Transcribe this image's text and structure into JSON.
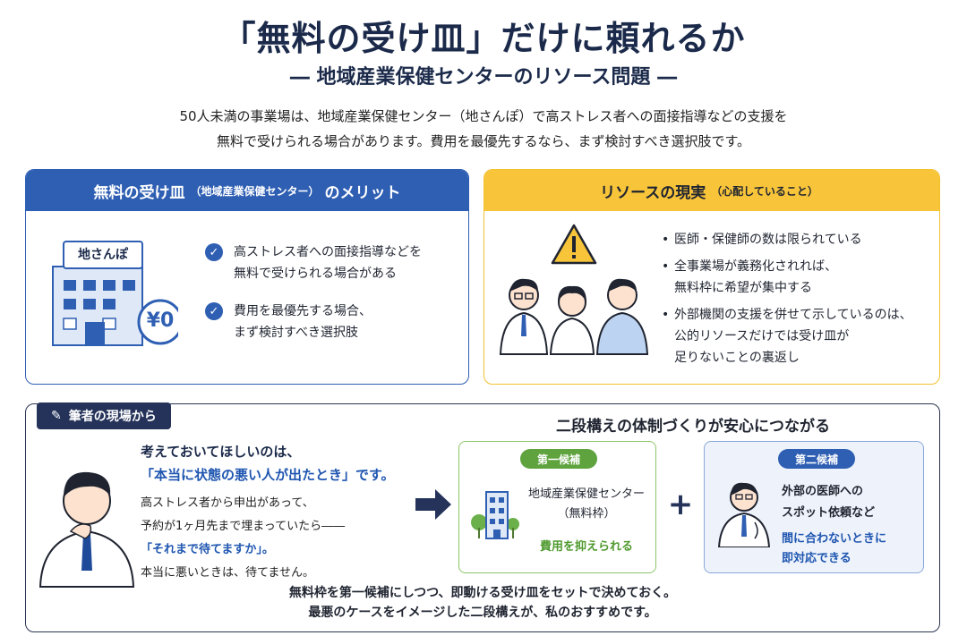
{
  "header": {
    "title": "「無料の受け皿」だけに頼れるか",
    "subtitle": "― 地域産業保健センターのリソース問題 ―",
    "intro_line1": "50人未満の事業場は、地域産業保健センター（地さんぽ）で高ストレス者への面接指導などの支援を",
    "intro_line2": "無料で受けられる場合があります。費用を最優先するなら、まず検討すべき選択肢です。"
  },
  "merit_panel": {
    "title_main": "無料の受け皿",
    "title_paren": "（地域産業保健センター）",
    "title_tail": "のメリット",
    "building_sign": "地さんぽ",
    "price_badge": "¥0",
    "items": [
      {
        "line1": "高ストレス者への面接指導などを",
        "line2": "無料で受けられる場合がある"
      },
      {
        "line1": "費用を最優先する場合、",
        "line2": "まず検討すべき選択肢"
      }
    ],
    "accent_color": "#2f5fb3"
  },
  "concern_panel": {
    "title_main": "リソースの現実",
    "title_paren": "（心配していること）",
    "bullets": [
      {
        "line1": "医師・保健師の数は限られている",
        "line2": "",
        "line3": ""
      },
      {
        "line1": "全事業場が義務化されれば、",
        "line2": "無料枠に希望が集中する",
        "line3": ""
      },
      {
        "line1": "外部機関の支援を併せて示しているのは、",
        "line2": "公的リソースだけでは受け皿が",
        "line3": "足りないことの裏返し"
      }
    ],
    "accent_color": "#f7c43a"
  },
  "field_section": {
    "tag": "筆者の現場から",
    "quote_head_line1": "考えておいてほしいのは、",
    "quote_head_line2": "「本当に状態の悪い人が出たとき」です。",
    "quote_body_line1": "高ストレス者から申出があって、",
    "quote_body_line2": "予約が1ヶ月先まで埋まっていたら――",
    "quote_body_highlight": "「それまで待てますか」。",
    "quote_body_line4": "本当に悪いときは、待てません。",
    "section_title": "二段構えの体制づくりが安心につながる",
    "candidate1": {
      "badge": "第一候補",
      "name_line1": "地域産業保健センター",
      "name_line2": "（無料枠）",
      "sub": "費用を抑えられる"
    },
    "plus": "+",
    "candidate2": {
      "badge": "第二候補",
      "name_line1": "外部の医師への",
      "name_line2": "スポット依頼など",
      "sub_line1": "間に合わないときに",
      "sub_line2": "即対応できる"
    },
    "closing_line1": "無料枠を第一候補にしつつ、即動ける受け皿をセットで決めておく。",
    "closing_line2": "最悪のケースをイメージした二段構えが、私のおすすめです。"
  },
  "icons": [
    "check-icon",
    "building-icon",
    "warning-icon",
    "doctor-icon",
    "pen-icon",
    "arrow-right-icon",
    "tree-icon"
  ]
}
